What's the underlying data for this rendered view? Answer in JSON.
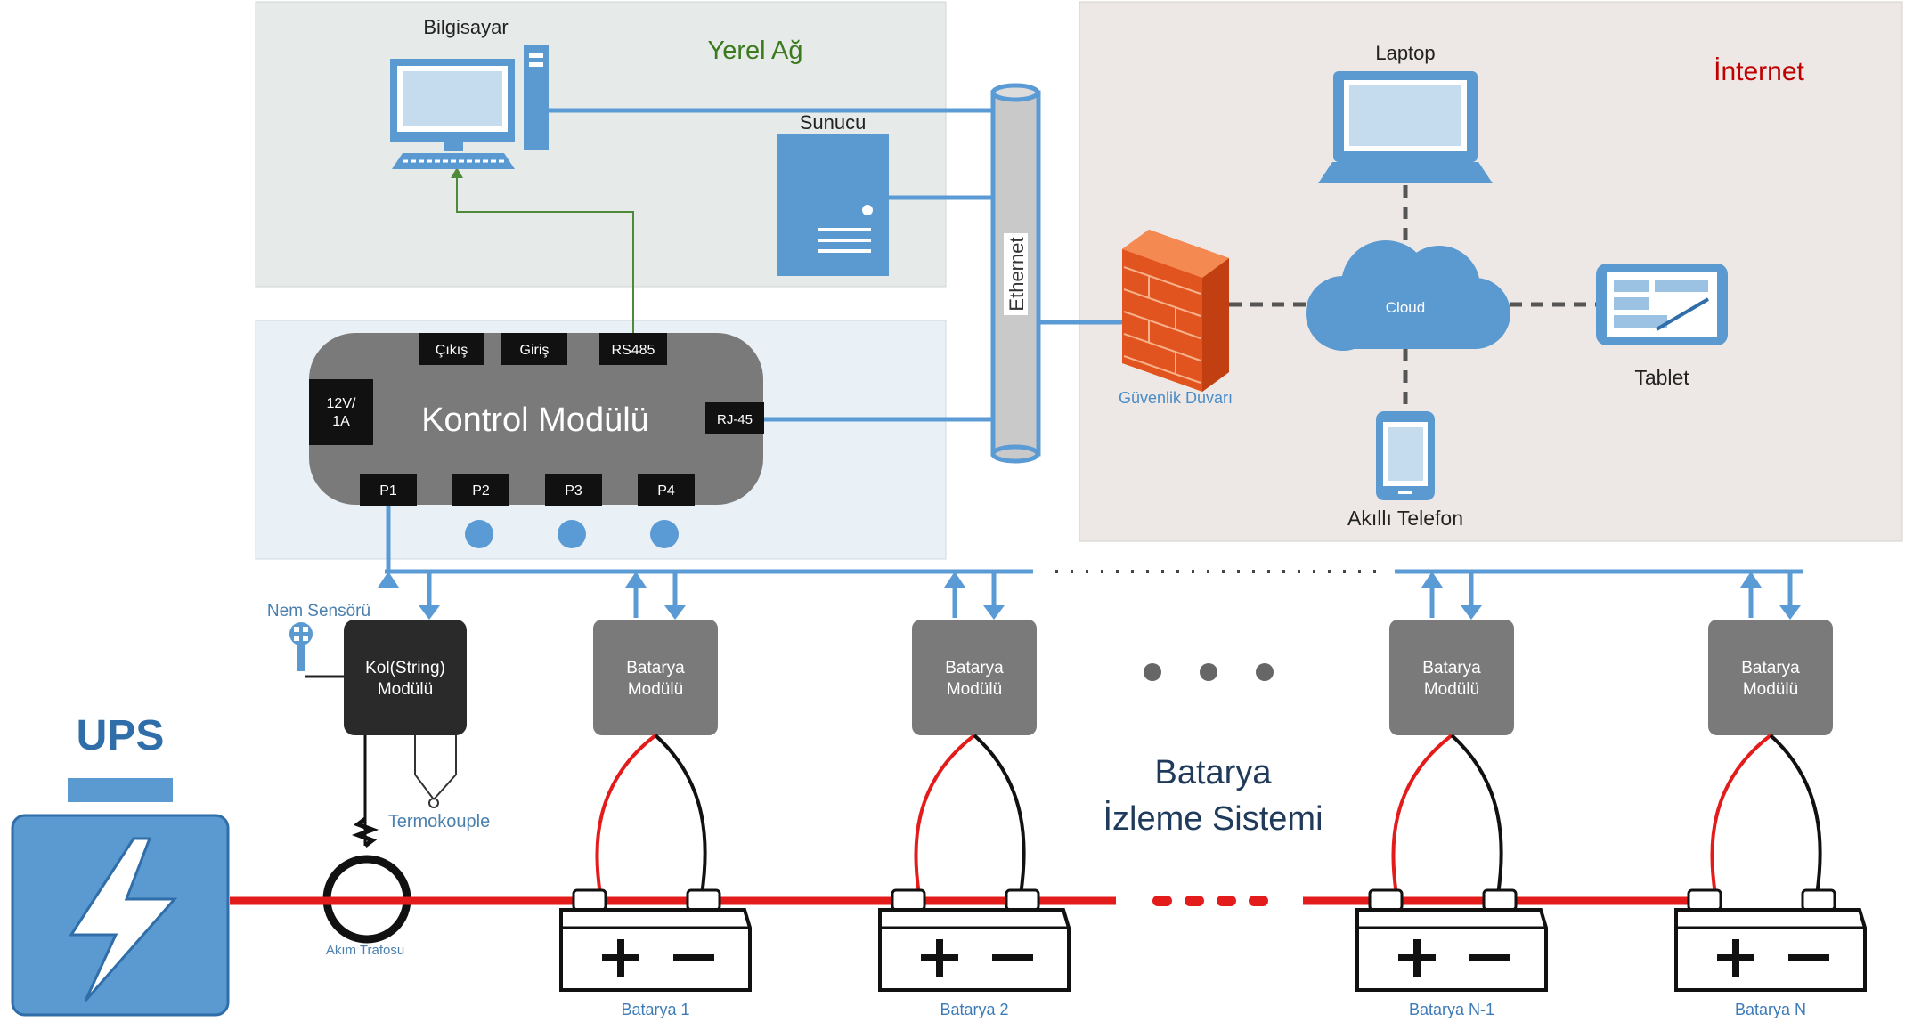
{
  "zones": {
    "local_network": "Yerel Ağ",
    "internet": "İnternet"
  },
  "local": {
    "computer": "Bilgisayar",
    "server": "Sunucu"
  },
  "ethernet": "Ethernet",
  "internet_devices": {
    "laptop": "Laptop",
    "cloud": "Cloud",
    "tablet": "Tablet",
    "smartphone": "Akıllı Telefon",
    "firewall": "Güvenlik Duvarı"
  },
  "control_module": {
    "title": "Kontrol Modülü",
    "power": [
      "12V/",
      "1A"
    ],
    "output": "Çıkış",
    "input": "Giriş",
    "rs485": "RS485",
    "rj45": "RJ-45",
    "ports": [
      "P1",
      "P2",
      "P3",
      "P4"
    ]
  },
  "sensors": {
    "humidity": "Nem Sensörü",
    "string_module": [
      "Kol(String)",
      "Modülü"
    ],
    "thermocouple": "Termokouple",
    "current_transformer": "Akım Trafosu"
  },
  "battery_module": [
    "Batarya",
    "Modülü"
  ],
  "system_title": [
    "Batarya",
    "İzleme Sistemi"
  ],
  "ups": "UPS",
  "batteries": [
    "Batarya 1",
    "Batarya 2",
    "Batarya N-1",
    "Batarya N"
  ],
  "colors": {
    "line_blue": "#5b9bd5",
    "icon_blue": "#5a9ad1",
    "power_red": "#e31b1b",
    "module_gray": "#7a7a7a",
    "local_zone_bg": "#e6ebe9",
    "control_zone_bg": "#eaf1f6",
    "internet_zone_bg": "#ede8e5",
    "yerel_green": "#3c7a1e",
    "internet_red": "#c00000"
  }
}
